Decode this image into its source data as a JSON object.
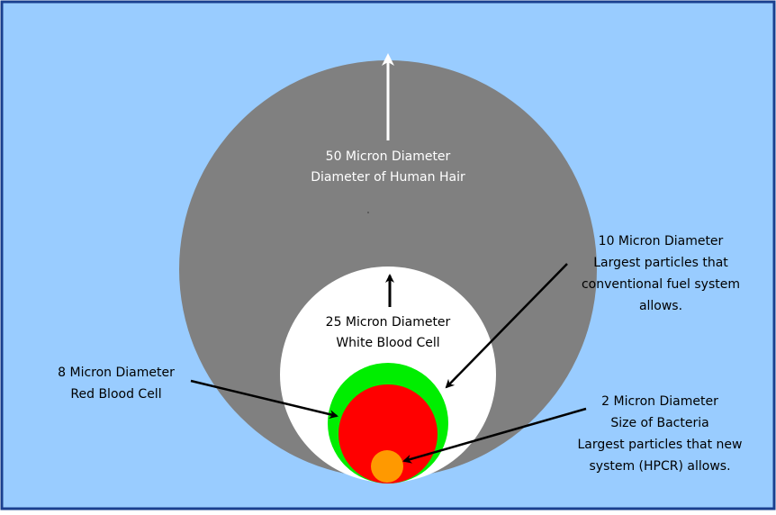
{
  "colors": {
    "background": "#99ccff",
    "border": "#1a3f8f",
    "hair_circle": "#808080",
    "white_blood_cell": "#ffffff",
    "fuel_particle": "#00ee00",
    "red_blood_cell": "#ff0000",
    "bacteria": "#ff9900",
    "label_on_gray": "#ffffff",
    "label_default": "#000000"
  },
  "circles": {
    "hair": {
      "diameter_microns": 50,
      "line1": "50 Micron Diameter",
      "line2": "Diameter of Human Hair"
    },
    "white_blood_cell": {
      "diameter_microns": 25,
      "line1": "25 Micron Diameter",
      "line2": "White Blood Cell"
    },
    "fuel_particle": {
      "diameter_microns": 10,
      "line1": "10 Micron Diameter",
      "line2": "Largest particles that",
      "line3": "conventional fuel system",
      "line4": "allows."
    },
    "red_blood_cell": {
      "diameter_microns": 8,
      "line1": "8 Micron Diameter",
      "line2": "Red Blood Cell"
    },
    "bacteria": {
      "diameter_microns": 2,
      "line1": "2 Micron Diameter",
      "line2": "Size of Bacteria",
      "line3": "Largest particles that new",
      "line4": "system (HPCR) allows."
    }
  },
  "icons": {
    "hair_arrow": "arrow-up-icon",
    "wbc_arrow": "arrow-up-icon",
    "fuel_pointer": "arrow-pointer-icon",
    "rbc_pointer": "arrow-pointer-icon",
    "bacteria_pointer": "arrow-pointer-icon"
  }
}
